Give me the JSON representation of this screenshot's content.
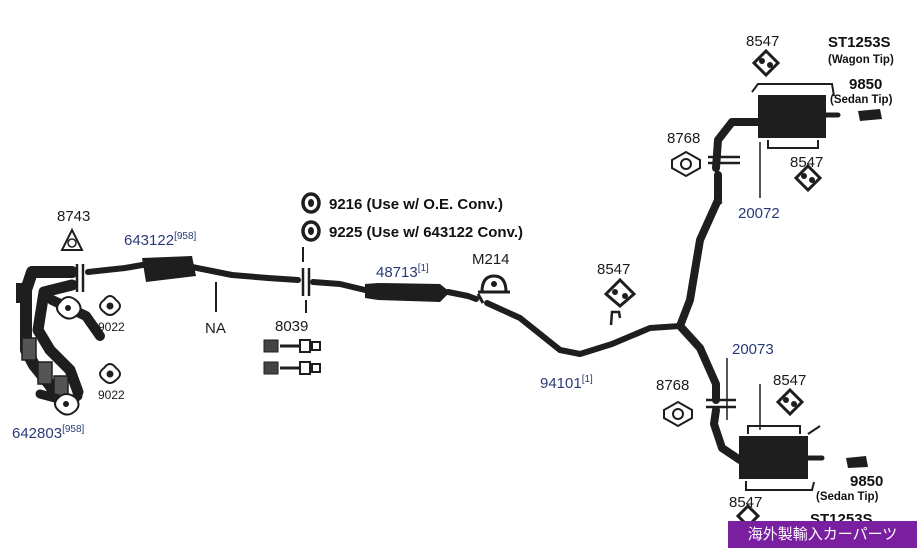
{
  "labels": {
    "p8743": "8743",
    "p643122": "643122",
    "p643122_sup": "[958]",
    "p9022_a": "9022",
    "p9022_b": "9022",
    "p642803": "642803",
    "p642803_sup": "[958]",
    "na": "NA",
    "p8039": "8039",
    "p9216": "9216 (Use w/ O.E. Conv.)",
    "p9225": "9225 (Use w/ 643122 Conv.)",
    "p48713": "48713",
    "p48713_sup": "[1]",
    "m214": "M214",
    "p8547_mid": "8547",
    "p94101": "94101",
    "p94101_sup": "[1]",
    "p8547_top": "8547",
    "st1253s_top": "ST1253S",
    "wagon_tip": "(Wagon Tip)",
    "p9850_top": "9850",
    "sedan_tip_top": "(Sedan Tip)",
    "p8768_top": "8768",
    "p8547_top2": "8547",
    "p20072": "20072",
    "p20073": "20073",
    "p8547_low": "8547",
    "p8768_low": "8768",
    "p9850_low": "9850",
    "sedan_tip_low": "(Sedan Tip)",
    "p8547_bottom": "8547",
    "st1253s_bottom": "ST1253S"
  },
  "watermark": "海外製輸入カーパーツ",
  "colors": {
    "pipe": "#1e1e1e",
    "part_number_blue": "#2a3a78",
    "badge": "#7a1fa0"
  }
}
